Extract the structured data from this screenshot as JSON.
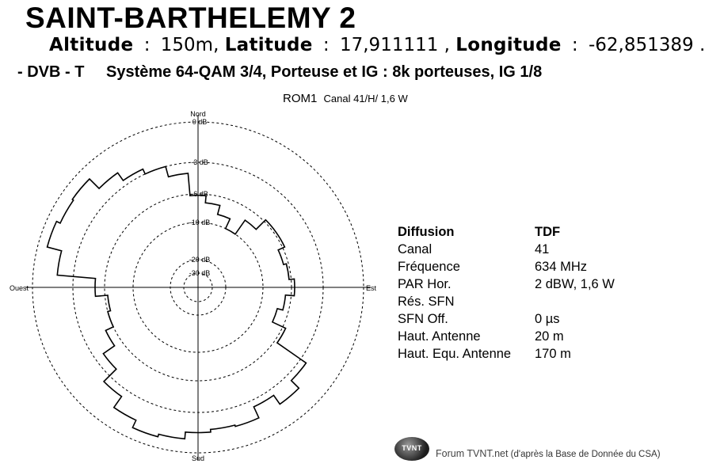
{
  "header": {
    "title": "SAINT-BARTHELEMY  2",
    "altitude_label": "Altitude",
    "altitude_value": "150m,",
    "latitude_label": "Latitude",
    "latitude_value": "17,911111 ,",
    "longitude_label": "Longitude",
    "longitude_value": "-62,851389 .",
    "standard": "- DVB - T",
    "system": "Système 64-QAM 3/4,  Porteuse et IG : 8k porteuses, IG 1/8",
    "site": "ROM1",
    "site_channel": "Canal 41/H/  1,6  W"
  },
  "chart_data": {
    "type": "polar",
    "title": "",
    "directions": {
      "north": "Nord",
      "east": "Est",
      "south": "Sud",
      "west": "Ouest"
    },
    "rings": [
      {
        "label": "0 dB",
        "value": 0
      },
      {
        "label": "-3 dB",
        "value": -3
      },
      {
        "label": "-6 dB",
        "value": -6
      },
      {
        "label": "-10 dB",
        "value": -10
      },
      {
        "label": "-20 dB",
        "value": -20
      },
      {
        "label": "-30 dB",
        "value": -30
      }
    ],
    "series": [
      {
        "azimuth_deg": [
          0,
          10,
          20,
          30,
          40,
          50,
          60,
          70,
          80,
          90,
          100,
          110,
          120,
          130,
          140,
          150,
          160,
          170,
          180,
          190,
          200,
          210,
          220,
          230,
          240,
          250,
          260,
          270,
          280,
          290,
          300,
          310,
          320,
          330,
          340,
          350
        ],
        "attenuation_db": [
          -6.2,
          -7.2,
          -8.5,
          -10,
          -7.6,
          -5.8,
          -5.8,
          -6.7,
          -6.3,
          -5.7,
          -6.8,
          -7.6,
          -5.7,
          -2.5,
          -1.7,
          -2.5,
          -1.6,
          -1.7,
          -1.5,
          -1.0,
          -0.8,
          -1.4,
          -2.4,
          -3.9,
          -5.2,
          -6.0,
          -6.4,
          -5.1,
          -1.8,
          -0.7,
          -1.0,
          -0.9,
          -1.9,
          -2.6,
          -3.0,
          -4.0
        ]
      }
    ],
    "info_table": [
      {
        "label": "Diffusion",
        "value": "TDF",
        "header": true
      },
      {
        "label": "Canal",
        "value": "41"
      },
      {
        "label": "Fréquence",
        "value": "634 MHz"
      },
      {
        "label": "PAR Hor.",
        "value": "2 dBW, 1,6 W"
      },
      {
        "label": "Rés. SFN",
        "value": ""
      },
      {
        "label": "SFN Off.",
        "value": "0 µs"
      },
      {
        "label": "Haut. Antenne",
        "value": "20 m"
      },
      {
        "label": "Haut. Equ. Antenne",
        "value": "170 m"
      }
    ]
  },
  "footer": {
    "logo": "TVNT",
    "credit_brand": "Forum TVNT.net",
    "credit_rest": " (d'après la Base de Donnée du CSA)"
  }
}
